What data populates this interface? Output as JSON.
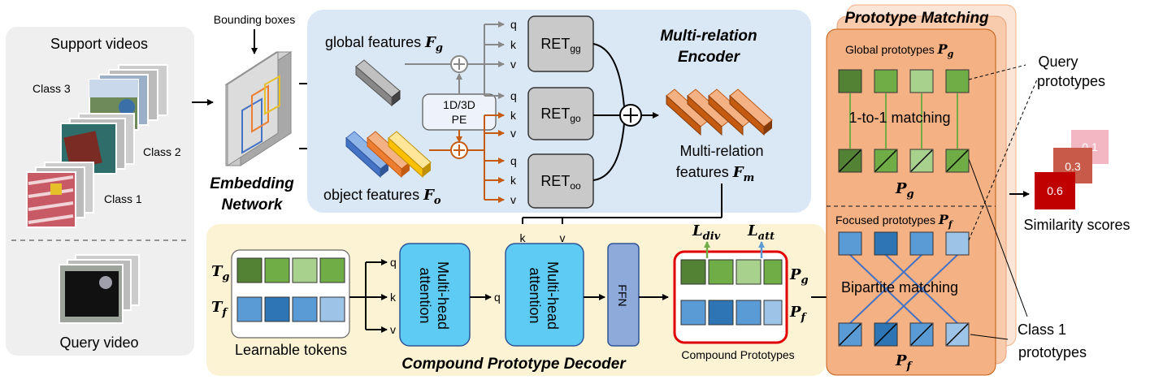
{
  "input": {
    "support_title": "Support videos",
    "class3": "Class 3",
    "class2": "Class 2",
    "class1": "Class 1",
    "query_title": "Query video"
  },
  "embedding": {
    "bbox_label": "Bounding boxes",
    "title_line1": "Embedding",
    "title_line2": "Network"
  },
  "encoder": {
    "title_line1": "Multi-relation",
    "title_line2": "Encoder",
    "global_label": "global features ",
    "global_sym": "F",
    "global_sub": "g",
    "object_label": "object features ",
    "object_sym": "F",
    "object_sub": "o",
    "pe_line1": "1D/3D",
    "pe_line2": "PE",
    "ret_base": "RET",
    "ret_gg": "gg",
    "ret_go": "go",
    "ret_oo": "oo",
    "q": "q",
    "k": "k",
    "v": "v",
    "multi_line1": "Multi-relation",
    "multi_line2": "features ",
    "multi_sym": "F",
    "multi_sub": "m"
  },
  "decoder": {
    "title": "Compound Prototype Decoder",
    "tokens_label": "Learnable tokens",
    "tg_sym": "T",
    "tg_sub": "g",
    "tf_sym": "T",
    "tf_sub": "f",
    "mha1_line1": "Multi-head",
    "mha1_line2": "attention",
    "mha2_line1": "Multi-head",
    "mha2_line2": "attention",
    "ffn": "FFN",
    "compound_label": "Compound Prototypes",
    "l_div_sym": "L",
    "l_div_sub": "div",
    "l_att_sym": "L",
    "l_att_sub": "att",
    "pg_sym": "P",
    "pg_sub": "g",
    "pf_sym": "P",
    "pf_sub": "f"
  },
  "matching": {
    "title": "Prototype Matching",
    "global_label": "Global prototypes ",
    "focused_label": "Focused prototypes ",
    "one_to_one": "1-to-1 matching",
    "bipartite": "Bipartite matching",
    "pg_sym": "P",
    "pg_sub": "g",
    "pf_sym": "P",
    "pf_sub": "f"
  },
  "output": {
    "query_proto_line1": "Query",
    "query_proto_line2": "prototypes",
    "class1_proto_line1": "Class 1",
    "class1_proto_line2": "prototypes",
    "scores_label": "Similarity scores",
    "score_high": "0.6",
    "score_mid": "0.3",
    "score_low": "0.1"
  },
  "colors": {
    "green_dark": "#548235",
    "green_mid": "#70ad47",
    "green_light": "#a9d18e",
    "blue_mid": "#5b9bd5",
    "blue_dark": "#2e75b6",
    "blue_light": "#9dc3e6",
    "orange": "#c55a11",
    "encoder_bg": "#dae7f4",
    "decoder_bg": "#fcf2d4",
    "matching_bg": "#f8cbad",
    "attn_cyan": "#5ecbf5",
    "ffn": "#8eaadb",
    "red": "#e00000"
  }
}
